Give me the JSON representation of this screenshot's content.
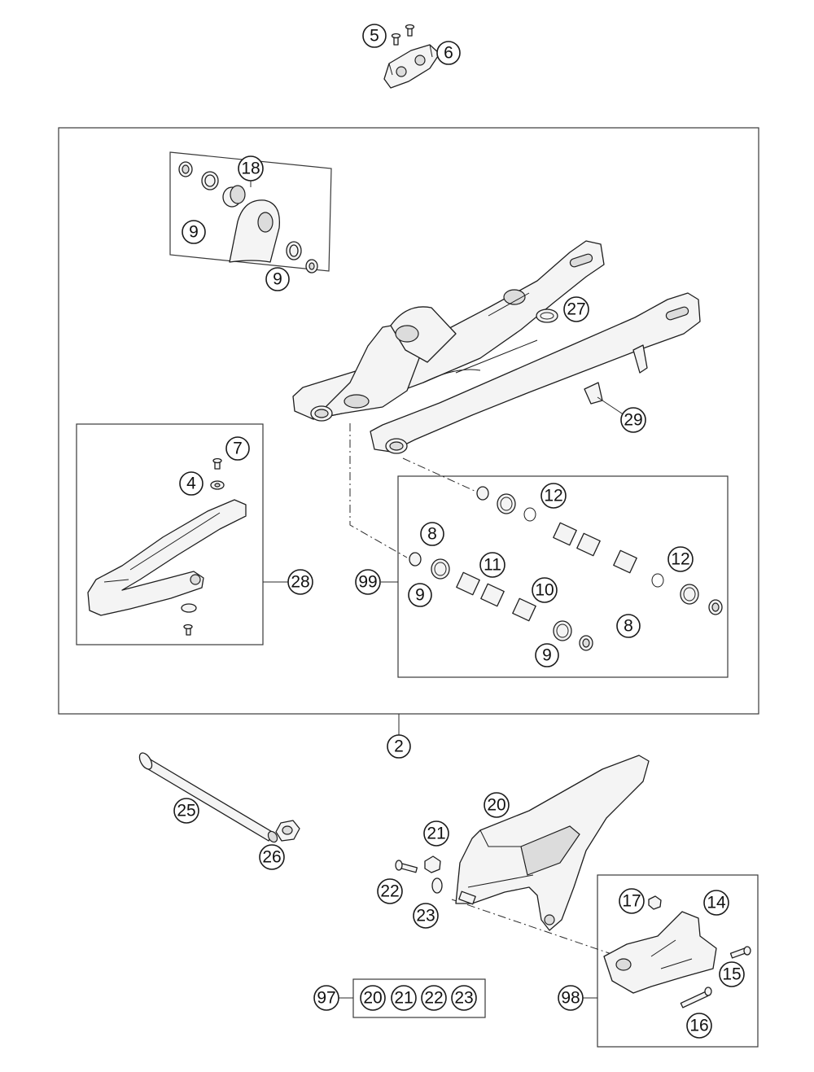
{
  "callouts": {
    "c5": "5",
    "c6": "6",
    "c18": "18",
    "c9a": "9",
    "c9b": "9",
    "c27": "27",
    "c29": "29",
    "c7": "7",
    "c4": "4",
    "c28": "28",
    "c12a": "12",
    "c8a": "8",
    "c11": "11",
    "c12b": "12",
    "c99": "99",
    "c9c": "9",
    "c10": "10",
    "c8b": "8",
    "c9d": "9",
    "c2": "2",
    "c25": "25",
    "c26": "26",
    "c20": "20",
    "c21": "21",
    "c22": "22",
    "c23": "23",
    "c17": "17",
    "c14": "14",
    "c15": "15",
    "c97": "97",
    "c20b": "20",
    "c21b": "21",
    "c22b": "22",
    "c23b": "23",
    "c98": "98",
    "c16": "16"
  }
}
